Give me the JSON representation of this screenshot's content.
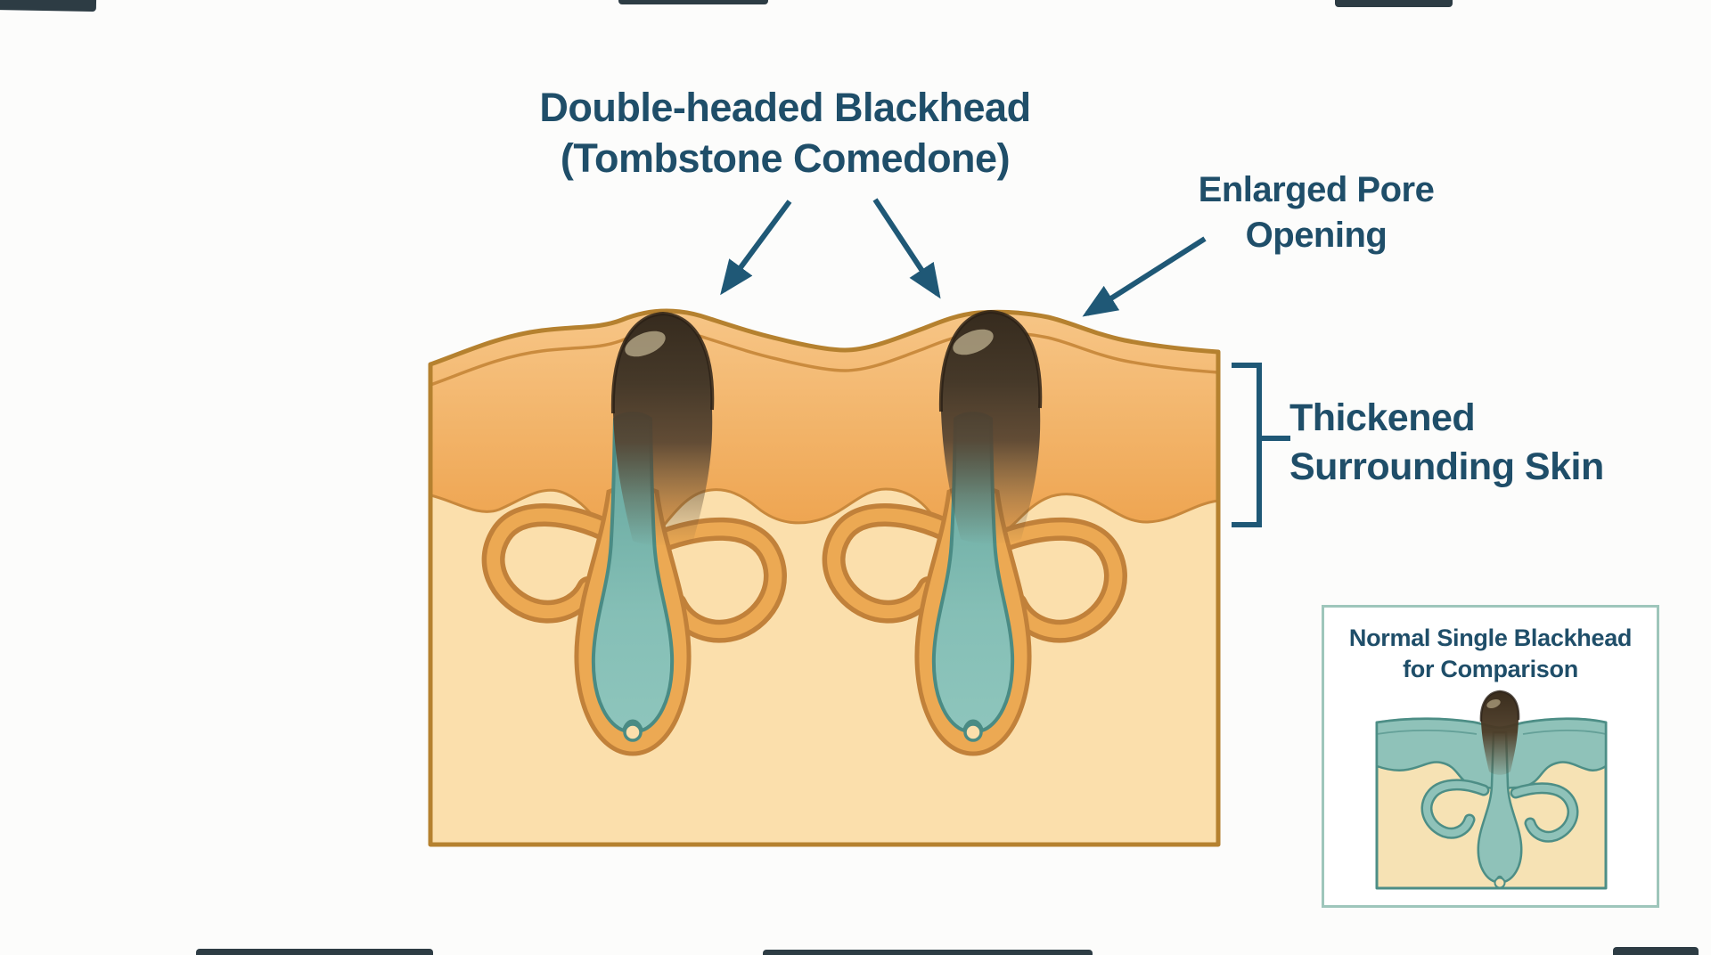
{
  "title": {
    "line1": "Double-headed Blackhead",
    "line2": "(Tombstone Comedone)"
  },
  "annotations": {
    "enlarged_pore": {
      "line1": "Enlarged Pore",
      "line2": "Opening"
    },
    "thickened_skin": {
      "line1": "Thickened",
      "line2": "Surrounding Skin"
    }
  },
  "inset": {
    "title_line1": "Normal Single Blackhead",
    "title_line2": "for Comparison"
  },
  "colors": {
    "background": "#FCFCFB",
    "label_text": "#1F4E69",
    "arrow_and_bracket": "#1F5876",
    "epidermis_orange": "#EFA851",
    "epidermis_light": "#F7C687",
    "epidermis_outline": "#BE7B2E",
    "dermis_cream": "#FBDFAC",
    "gland_orange": "#ECA953",
    "gland_outline": "#C1813A",
    "follicle_teal": "#85BFB6",
    "teal_outline": "#4A8B84",
    "blackhead_brown": "#3A2E20",
    "inset_border": "#9EC6BB",
    "inset_teal": "#8FC2B9",
    "inset_dermis": "#F6E2B4"
  }
}
